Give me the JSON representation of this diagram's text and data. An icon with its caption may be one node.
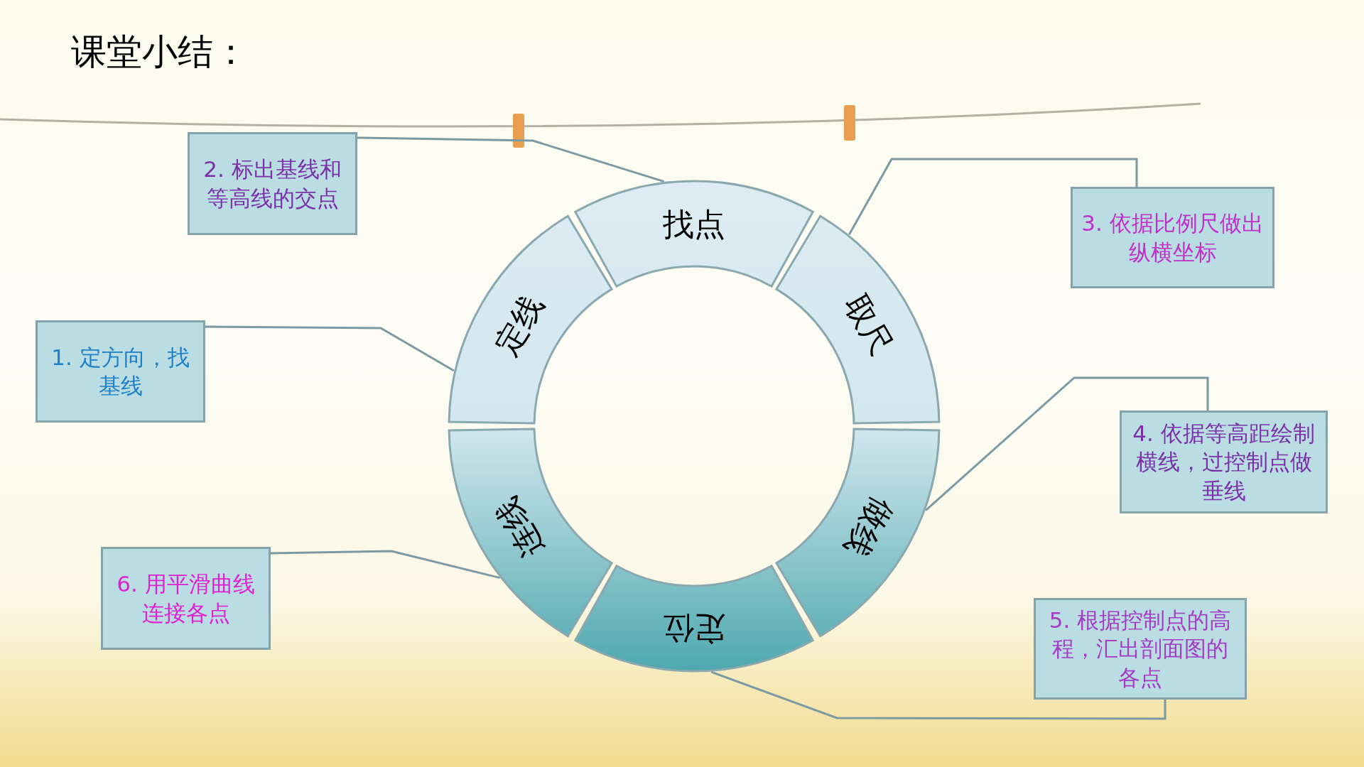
{
  "diagram": {
    "title": "课堂小结：",
    "nodes": [
      {
        "text": [
          "找点"
        ]
      },
      {
        "text": [
          "取尺"
        ]
      },
      {
        "text": [
          "做线"
        ]
      },
      {
        "text": [
          "定位"
        ]
      },
      {
        "text": [
          "连线"
        ]
      },
      {
        "text": [
          "定线"
        ]
      },
      {
        "text": [
          "1. 定方向，找基线"
        ]
      },
      {
        "text": [
          "2. 标出基线和等高线的交点"
        ]
      },
      {
        "text": [
          "3. 依据比例尺做出纵横坐标"
        ]
      },
      {
        "text": [
          "4. 依据等高距绘制横线，过控制点做垂线"
        ]
      },
      {
        "text": [
          "5. 根据控制点的高程，汇出剖面图的各点"
        ]
      },
      {
        "text": [
          "6. 用平滑曲线连接各点"
        ]
      }
    ],
    "edges": [
      {
        "from": 6,
        "to": 5,
        "arrow": "none"
      },
      {
        "from": 7,
        "to": 0,
        "arrow": "none"
      },
      {
        "from": 8,
        "to": 1,
        "arrow": "none"
      },
      {
        "from": 9,
        "to": 2,
        "arrow": "none"
      },
      {
        "from": 10,
        "to": 3,
        "arrow": "none"
      },
      {
        "from": 11,
        "to": 4,
        "arrow": "none"
      }
    ]
  }
}
